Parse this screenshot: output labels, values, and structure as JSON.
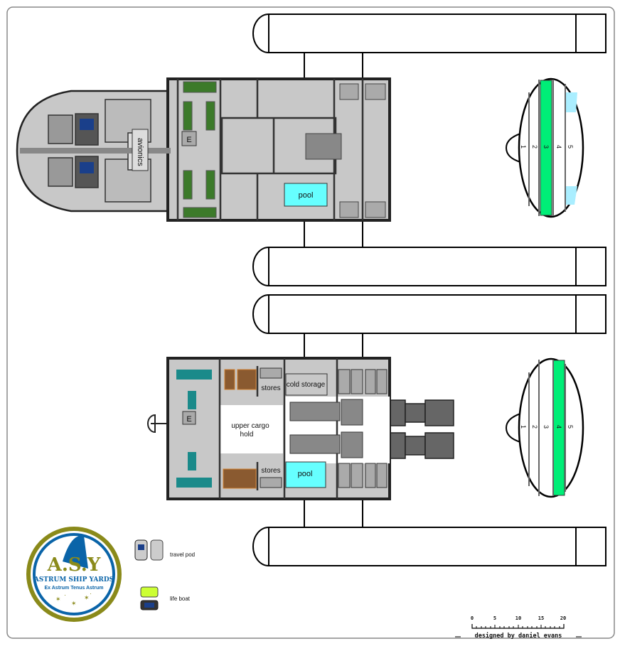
{
  "top_deck": {
    "avionics_label": "avionics",
    "elevator_label": "E",
    "pool_label": "pool"
  },
  "lower_deck": {
    "cargo_label_line1": "upper cargo",
    "cargo_label_line2": "hold",
    "stores_top_label": "stores",
    "cold_storage_label": "cold storage",
    "stores_bottom_label": "stores",
    "pool_label": "pool",
    "elevator_label": "E"
  },
  "sections": {
    "top": [
      "1",
      "2",
      "3",
      "4",
      "5"
    ],
    "bottom": [
      "1",
      "2",
      "3",
      "4",
      "5"
    ]
  },
  "legend": {
    "travel_pod": "travel pod",
    "life_boat": "life boat"
  },
  "logo": {
    "initials": "A.S.Y",
    "name": "ASTRUM SHIP YARDS",
    "motto": "Ex Astrum Tenus Astrum"
  },
  "scale": {
    "ticks": [
      "0",
      "5",
      "10",
      "15",
      "20"
    ]
  },
  "credit": "designed by daniel evans",
  "colors": {
    "hull": "#c8c8c8",
    "wall": "#333333",
    "pool": "#66ffff",
    "green_section": "#00ee77",
    "logo_blue": "#0a64a8",
    "logo_olive": "#8a8a1a",
    "lifeboat": "#ccff33"
  }
}
